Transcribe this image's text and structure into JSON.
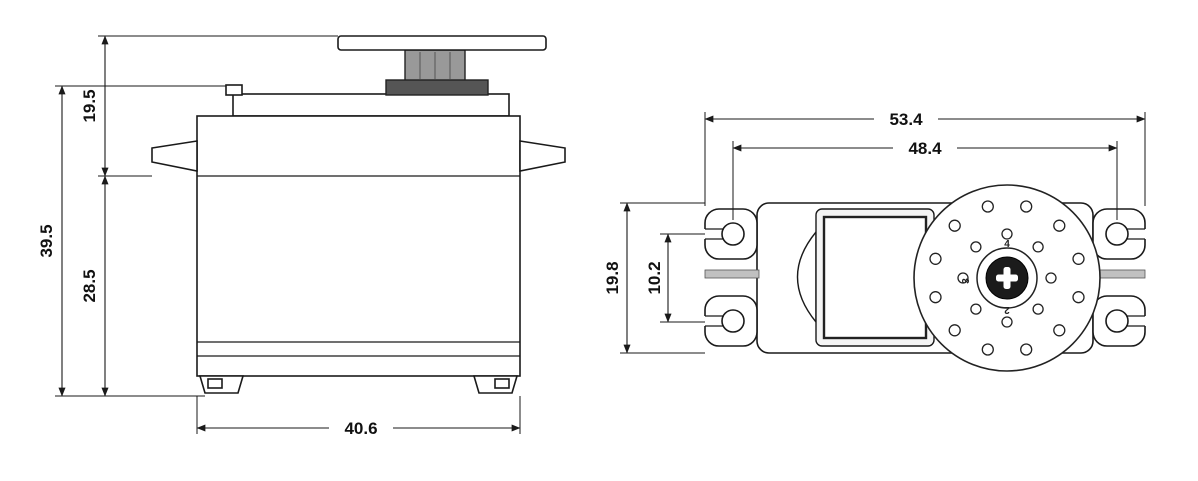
{
  "drawing": {
    "side_view": {
      "dim_total_height": "39.5",
      "dim_top_to_flange": "19.5",
      "dim_flange_to_bottom": "28.5",
      "dim_body_width": "40.6"
    },
    "top_view": {
      "dim_overall_length": "53.4",
      "dim_mount_hole_span": "48.4",
      "dim_body_depth": "19.8",
      "dim_ear_hole_span": "10.2",
      "horn_marks": [
        "4",
        "3",
        "2"
      ]
    }
  },
  "colors": {
    "line": "#1a1a1a",
    "spline_gray": "#999999",
    "collar_gray": "#555555",
    "stripe_gray": "#c0c0c0",
    "background": "#ffffff"
  }
}
